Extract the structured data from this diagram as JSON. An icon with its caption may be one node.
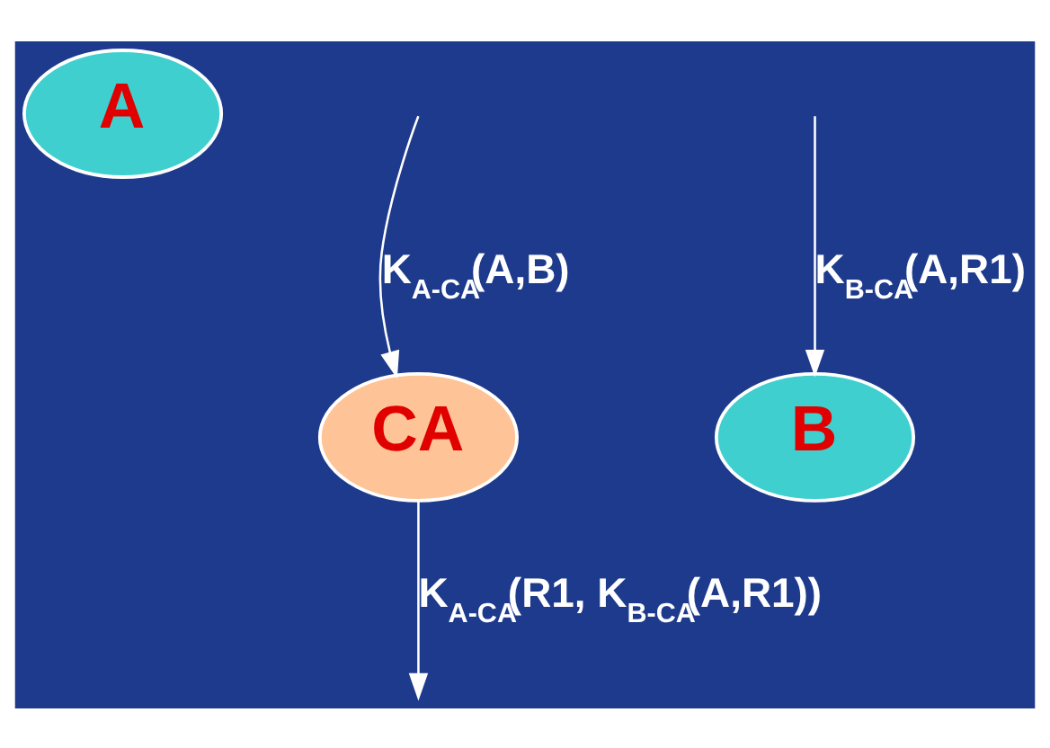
{
  "diagram": {
    "nodes": [
      {
        "text": [
          "A"
        ]
      },
      {
        "text": [
          "CA"
        ]
      },
      {
        "text": [
          "B"
        ]
      }
    ],
    "edges": [
      {
        "from": null,
        "to": 1,
        "arrow": "to",
        "label": "K$_{A-CA}$(A,B)"
      },
      {
        "from": 1,
        "to": null,
        "arrow": "to",
        "label": "K$_{A-CA}$(R1, K$_{B-CA}$(A,R1))"
      },
      {
        "from": null,
        "to": 2,
        "arrow": "to",
        "label": "K$_{B-CA}$(A,R1)"
      }
    ]
  }
}
